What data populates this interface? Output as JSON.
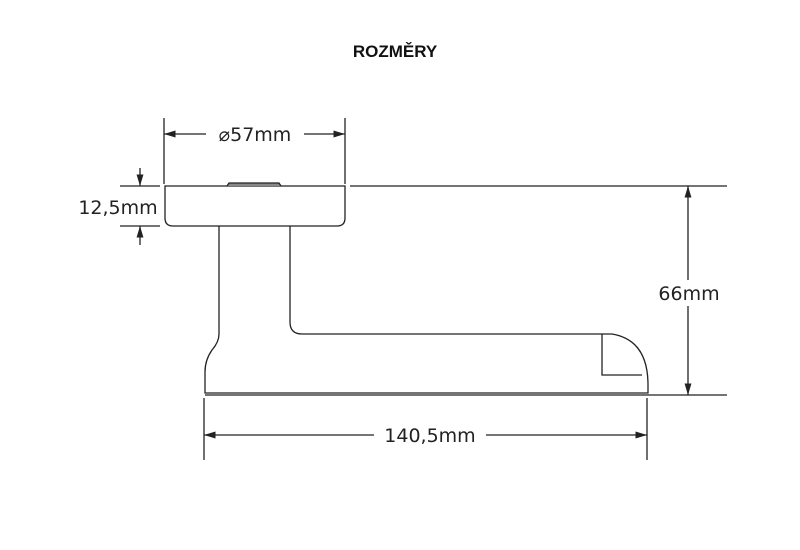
{
  "title": "ROZMĚRY",
  "dimensions": {
    "rosette_diameter": "⌀57mm",
    "rosette_height": "12,5mm",
    "total_height": "66mm",
    "lever_length": "140,5mm"
  },
  "colors": {
    "line": "#222222",
    "background": "#ffffff"
  }
}
